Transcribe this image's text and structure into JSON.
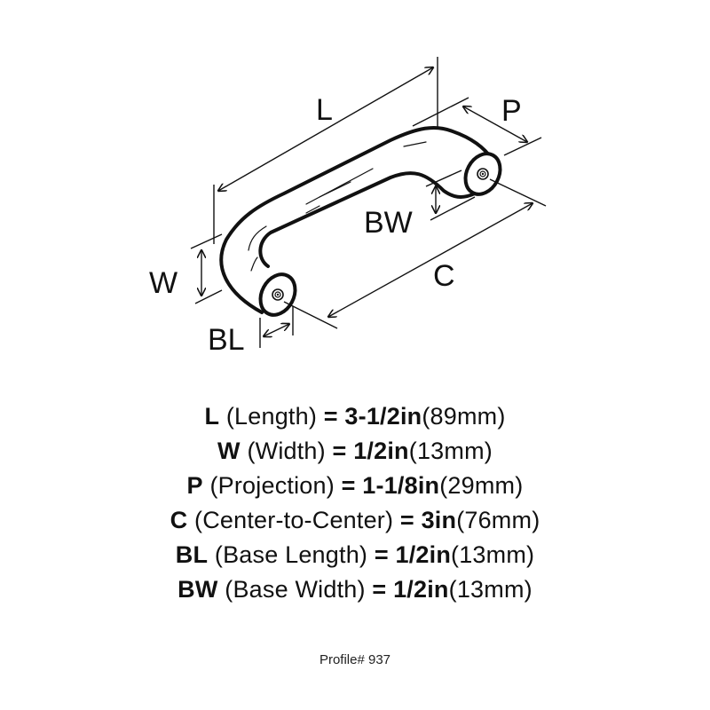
{
  "diagram": {
    "title": "Cabinet pull handle dimension diagram",
    "labels": {
      "L": "L",
      "P": "P",
      "W": "W",
      "BW": "BW",
      "C": "C",
      "BL": "BL"
    }
  },
  "specs": [
    {
      "code": "L",
      "name": "(Length)",
      "eq": "=",
      "imperial": "3-1/2in",
      "metric": "(89mm)"
    },
    {
      "code": "W",
      "name": "(Width)",
      "eq": "=",
      "imperial": "1/2in",
      "metric": "(13mm)"
    },
    {
      "code": "P",
      "name": "(Projection)",
      "eq": "=",
      "imperial": "1-1/8in",
      "metric": "(29mm)"
    },
    {
      "code": "C",
      "name": "(Center-to-Center)",
      "eq": "=",
      "imperial": "3in",
      "metric": "(76mm)"
    },
    {
      "code": "BL",
      "name": "(Base Length)",
      "eq": "=",
      "imperial": "1/2in",
      "metric": "(13mm)"
    },
    {
      "code": "BW",
      "name": "(Base Width)",
      "eq": "=",
      "imperial": "1/2in",
      "metric": "(13mm)"
    }
  ],
  "profile": "Profile# 937",
  "colors": {
    "ink": "#111111",
    "background": "#ffffff"
  }
}
